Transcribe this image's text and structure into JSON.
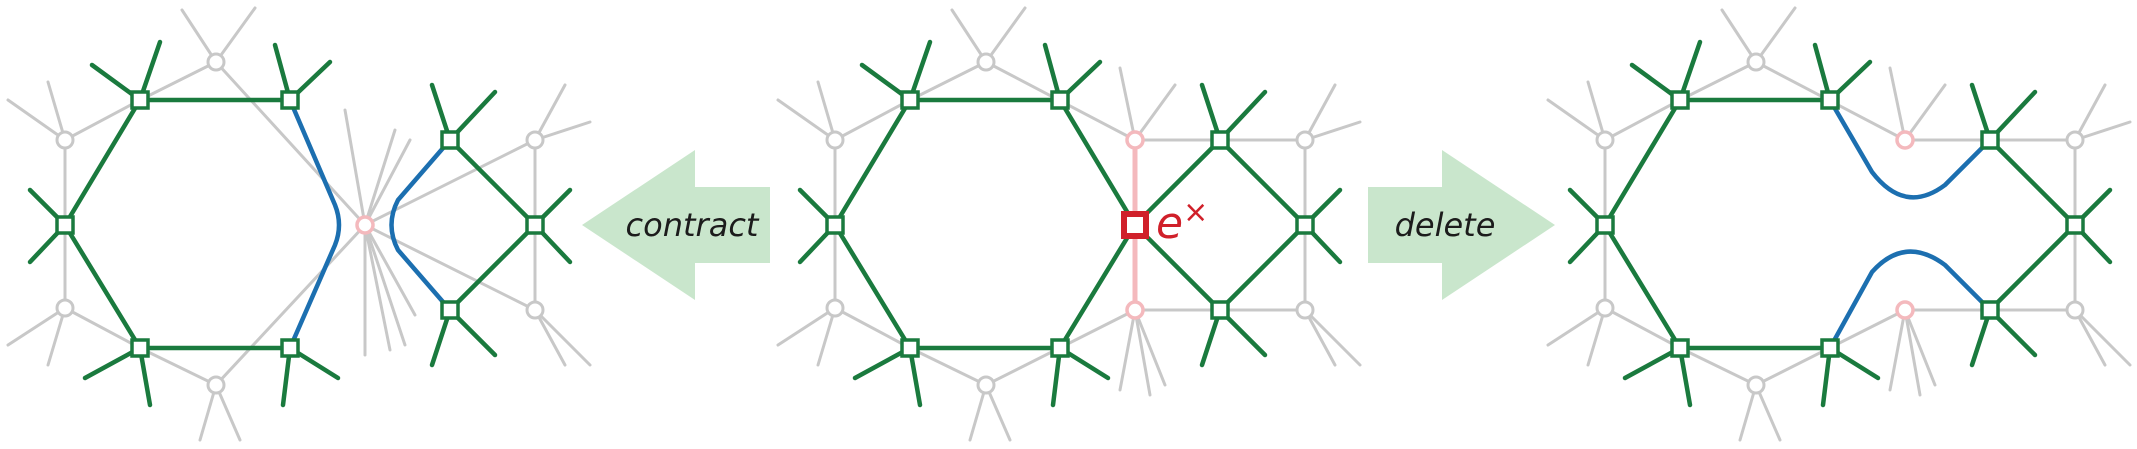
{
  "labels": {
    "contract": "contract",
    "delete": "delete",
    "edge_letter": "e",
    "edge_superscript": "×"
  },
  "colors": {
    "primal": "#1a7a3e",
    "dual": "#c8c8c8",
    "highlight_edge": "#1c6fb0",
    "contracted": "#f4b9bd",
    "selected": "#d0202a",
    "arrow_fill": "#c9e6cc"
  },
  "icons": {
    "contract_arrow": "left-arrow-icon",
    "delete_arrow": "right-arrow-icon"
  }
}
